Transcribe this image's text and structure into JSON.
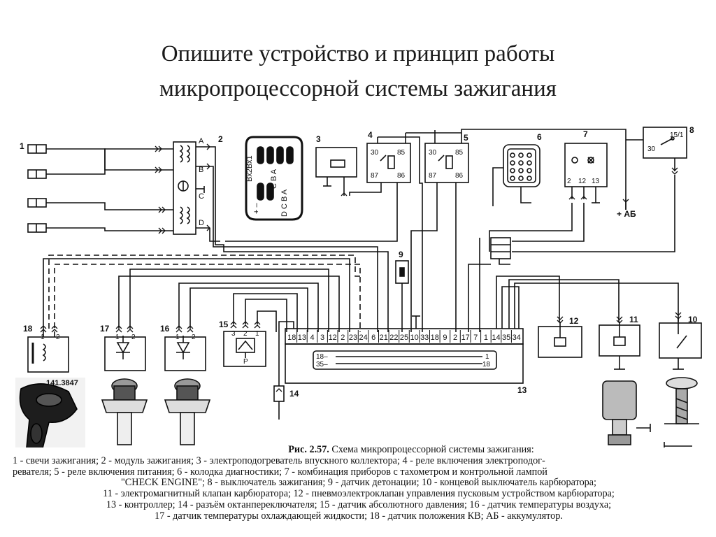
{
  "title": {
    "line1": "Опишите устройство и принцип работы",
    "line2": "микропроцессорной системы зажигания"
  },
  "diagram": {
    "component_numbers": [
      "1",
      "2",
      "3",
      "4",
      "5",
      "6",
      "7",
      "8",
      "9",
      "10",
      "11",
      "12",
      "13",
      "14",
      "15",
      "16",
      "17",
      "18"
    ],
    "module_terminals": [
      "A",
      "B",
      "C",
      "D"
    ],
    "connector_text": {
      "top": "Вх2Вх1",
      "row1": "C  B  A",
      "row2": "+  –",
      "row3": "D  C  B  A"
    },
    "relay4_pins": [
      "30",
      "85",
      "87",
      "86"
    ],
    "relay5_pins": [
      "30",
      "85",
      "87",
      "86"
    ],
    "relay8_pins": [
      "15/1",
      "30"
    ],
    "ab_label": "+ АБ",
    "cluster7_pins": [
      "2",
      "12",
      "13"
    ],
    "sensor18_pins": [
      "1",
      "2"
    ],
    "sensor17_pins": [
      "1",
      "2"
    ],
    "sensor16_pins": [
      "1",
      "2"
    ],
    "sensor15_pins": [
      "3",
      "2",
      "1"
    ],
    "sensor15_p": "P",
    "controller_pins": [
      "18",
      "13",
      "4",
      "3",
      "12",
      "2",
      "23",
      "24",
      "6",
      "21",
      "22",
      "25",
      "10",
      "33",
      "18",
      "9",
      "2",
      "17",
      "7",
      "1",
      "14",
      "35",
      "34"
    ],
    "controller_inner": {
      "left_top": "18–",
      "left_bottom": "35–",
      "right_top": "1",
      "right_bottom": "18"
    },
    "crank_part_number": "141.3847"
  },
  "caption": {
    "fig_label": "Рис. 2.57.",
    "fig_title": "Схема микропроцессорной системы зажигания:",
    "lines": [
      "1 - свечи зажигания; 2 - модуль зажигания; 3 - электроподогреватель впускного коллектора; 4 - реле включения электроподог-",
      "ревателя; 5 - реле включения питания; 6 - колодка диагностики; 7 - комбинация приборов с тахометром и контрольной лампой",
      "\"CHECK ENGINE\"; 8 - выключатель зажигания; 9 - датчик детонации;  10 - концевой выключатель карбюратора;",
      "11 - электромагнитный клапан карбюратора; 12 - пневмоэлектроклапан управления пусковым устройством карбюратора;",
      "13 - контроллер; 14 - разъём октанпереключателя; 15 - датчик абсолютного давления; 16 - датчик температуры воздуха;",
      "17 - датчик температуры охлаждающей жидкости; 18 - датчик положения КВ; АБ - аккумулятор."
    ]
  }
}
